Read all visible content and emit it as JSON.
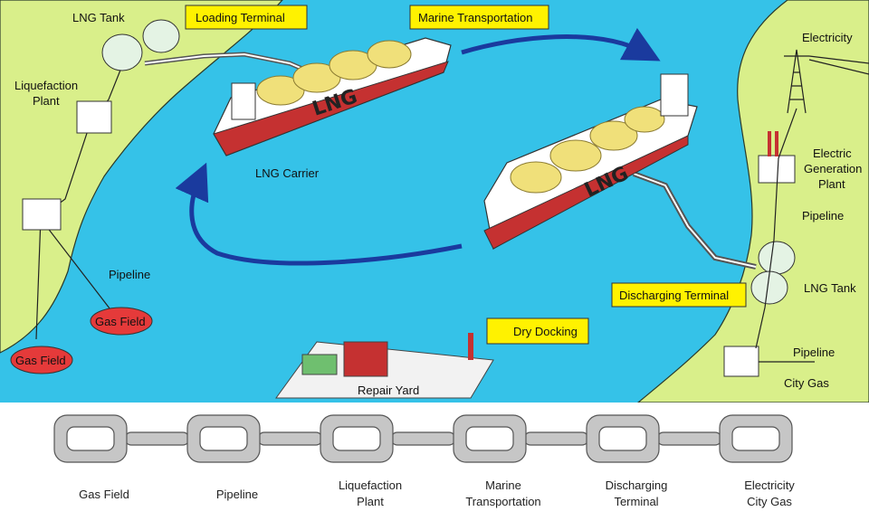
{
  "callouts": {
    "loading_terminal": "Loading Terminal",
    "marine_transportation": "Marine Transportation",
    "discharging_terminal": "Discharging Terminal",
    "dry_docking": "Dry Docking"
  },
  "labels": {
    "lng_tank_left": "LNG Tank",
    "liquefaction_plant_line1": "Liquefaction",
    "liquefaction_plant_line2": "Plant",
    "lng_carrier": "LNG Carrier",
    "pipeline_left": "Pipeline",
    "gas_field_1": "Gas Field",
    "gas_field_2": "Gas Field",
    "repair_yard": "Repair Yard",
    "electricity": "Electricity",
    "electric_gen_line1": "Electric",
    "electric_gen_line2": "Generation",
    "electric_gen_line3": "Plant",
    "pipeline_right_upper": "Pipeline",
    "lng_tank_right": "LNG Tank",
    "pipeline_right_lower": "Pipeline",
    "city_gas": "City Gas",
    "ship_marking": "LNG"
  },
  "chain": [
    {
      "line1": "Gas Field",
      "line2": ""
    },
    {
      "line1": "Pipeline",
      "line2": ""
    },
    {
      "line1": "Liquefaction",
      "line2": "Plant"
    },
    {
      "line1": "Marine",
      "line2": "Transportation"
    },
    {
      "line1": "Discharging",
      "line2": "Terminal"
    },
    {
      "line1": "Electricity",
      "line2": "City Gas"
    }
  ],
  "colors": {
    "sea": "#35c2e8",
    "land": "#d9ef8a",
    "callout_fill": "#fff200",
    "gas_field_fill": "#e53a3a",
    "arrow": "#1a3a9e",
    "chain_fill": "#c6c6c6"
  }
}
